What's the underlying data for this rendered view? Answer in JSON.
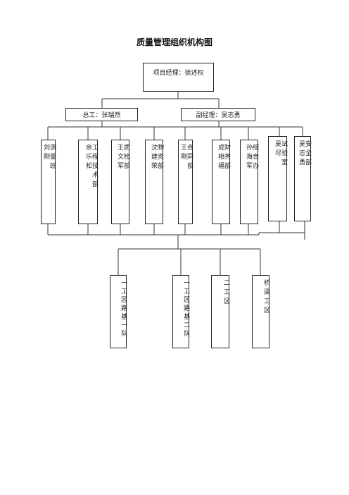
{
  "title": "质量管理组织机构图",
  "project_manager": "项目经理：徐述权",
  "chief_engineer": "总工：张瑞然",
  "deputy_manager": "副经理：吴志勇",
  "departments": [
    {
      "name": "测量班",
      "person": "刘刚"
    },
    {
      "name": "工程技术部",
      "person": "余乐松"
    },
    {
      "name": "质检部",
      "person": "王文军"
    },
    {
      "name": "物资部",
      "person": "沈建荣"
    },
    {
      "name": "合同部",
      "person": "王刚"
    },
    {
      "name": "财务部",
      "person": "成相福"
    },
    {
      "name": "综合办",
      "person": "孙海军"
    },
    {
      "name": "试验室",
      "person": "吴尽"
    },
    {
      "name": "安全部",
      "person": "吴志勇"
    }
  ],
  "work_areas": [
    "一工区路基一队",
    "一工区路基二队",
    "二工区",
    "桥梁工区"
  ]
}
